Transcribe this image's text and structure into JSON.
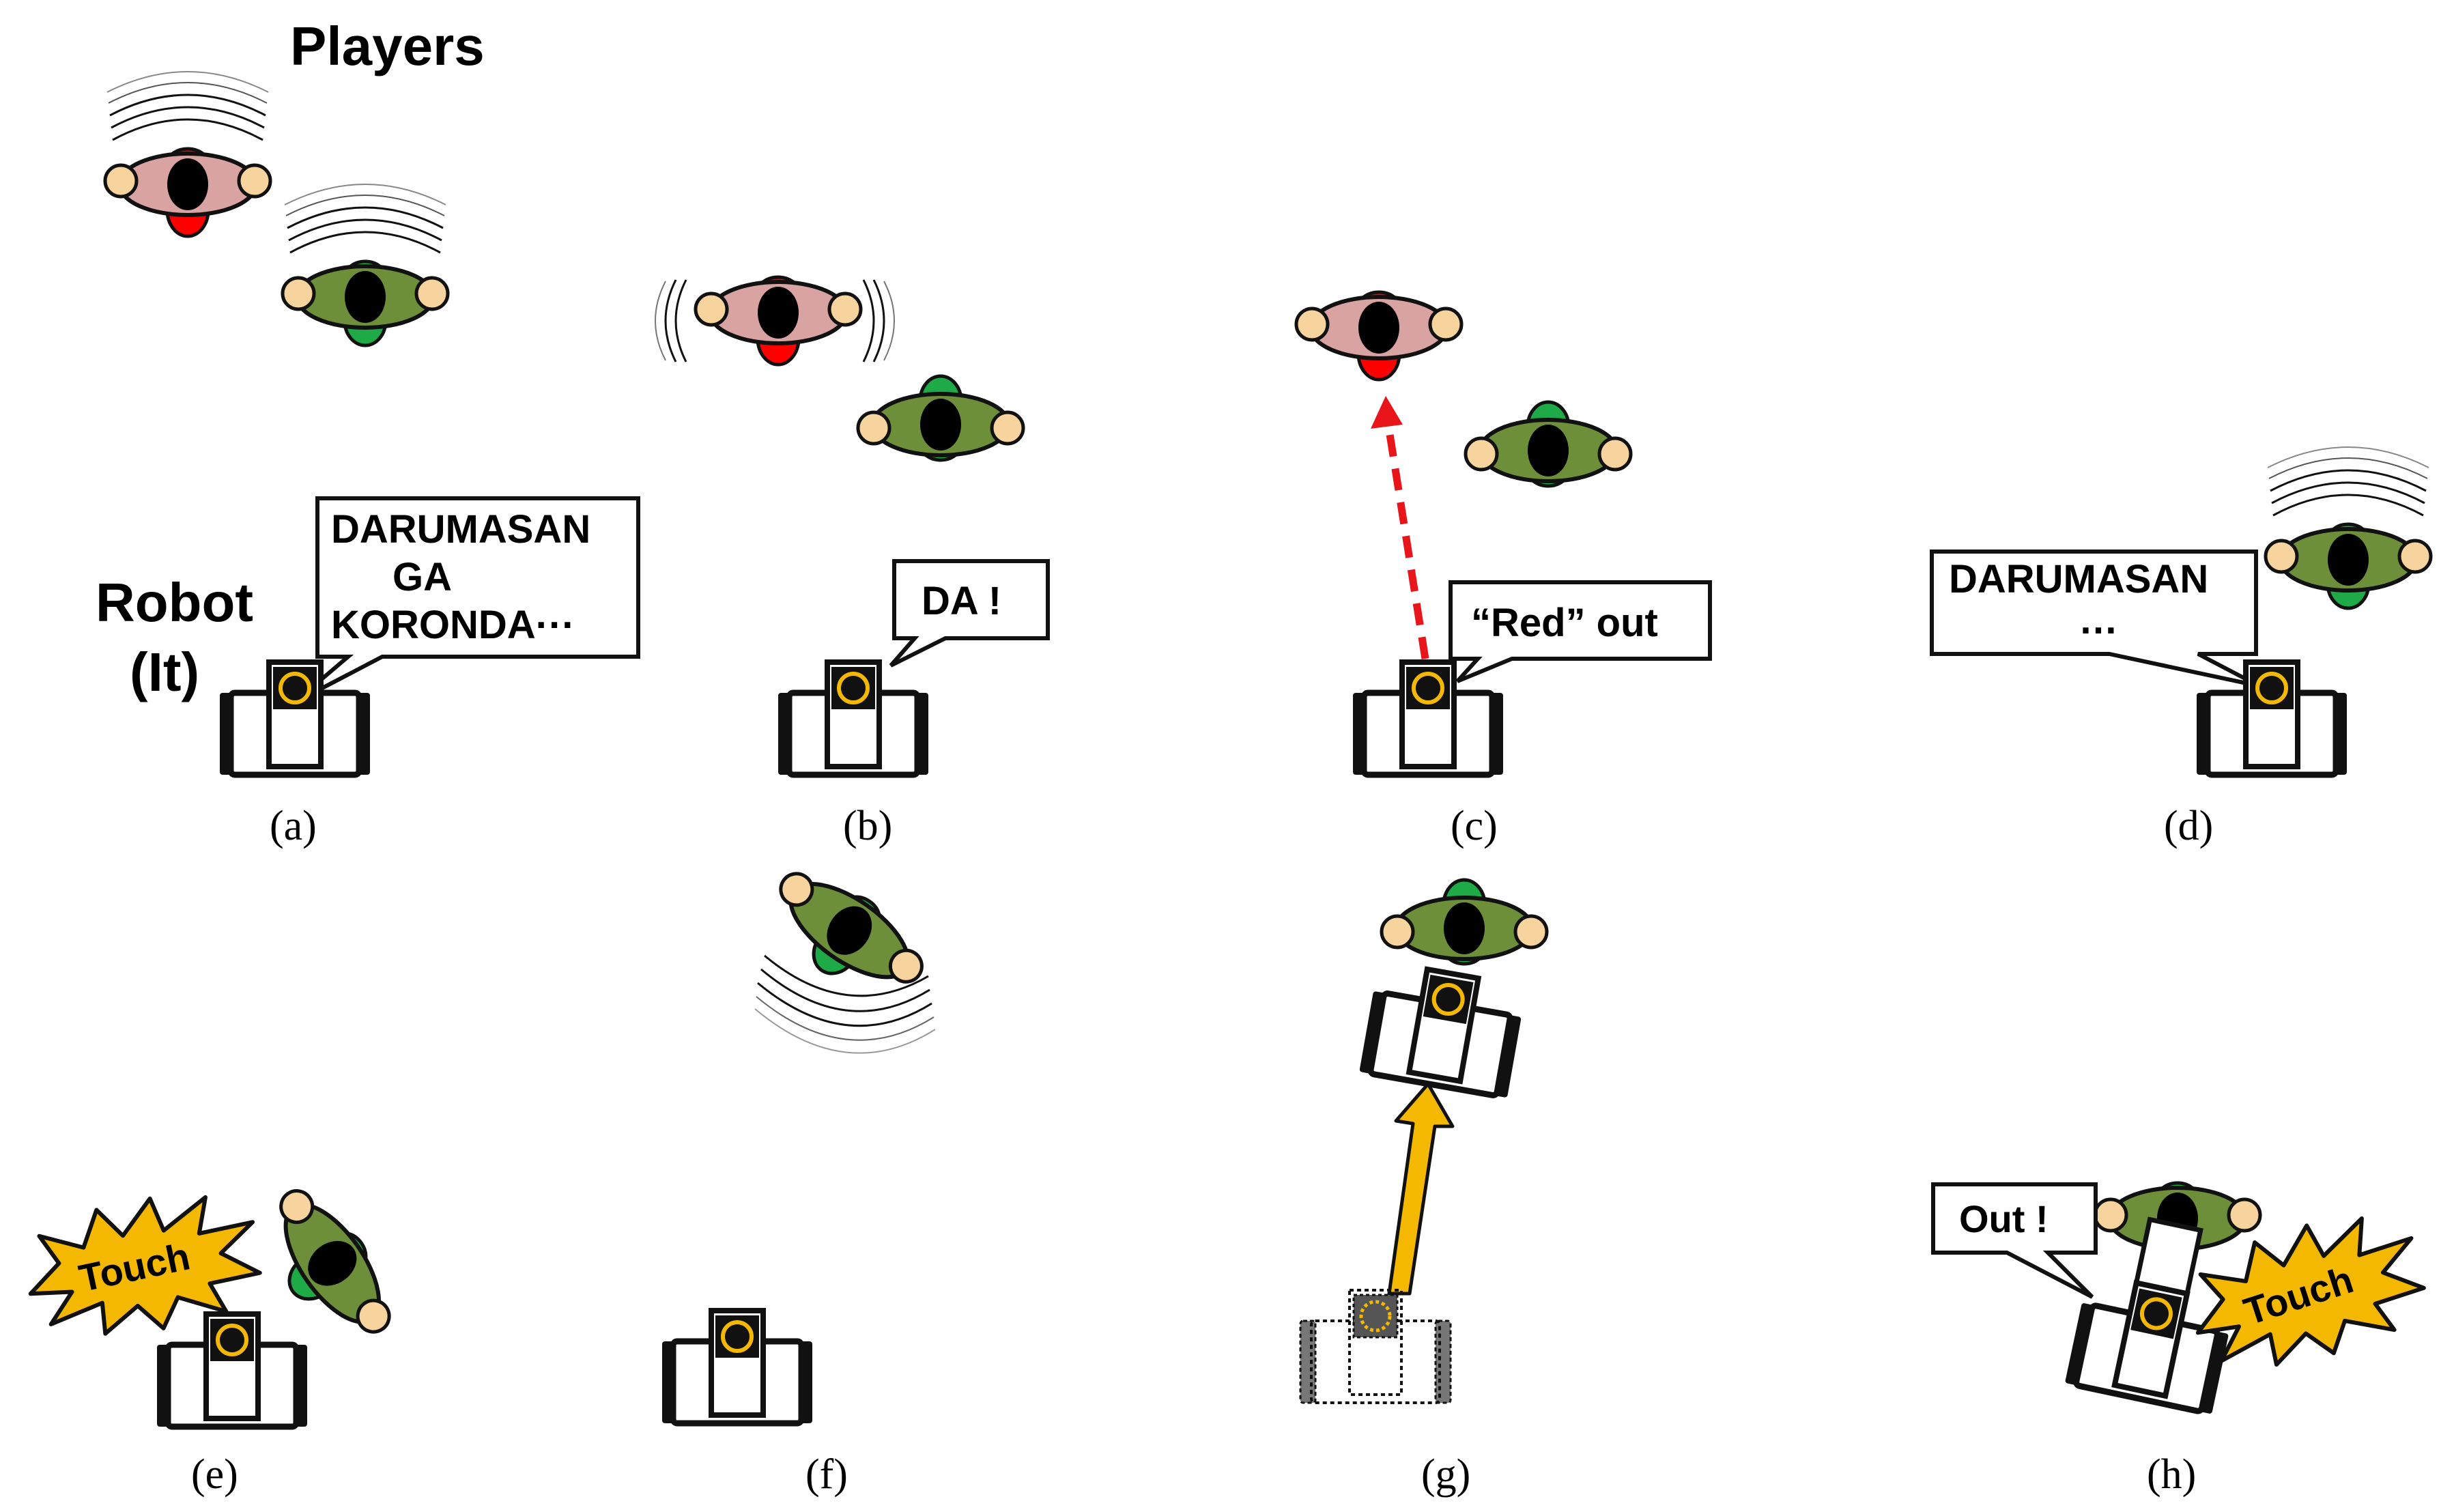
{
  "heading_players": "Players",
  "heading_robot_line1": "Robot",
  "heading_robot_line2": "(It)",
  "panels": {
    "a": {
      "label": "(a)",
      "bubble": [
        "DARUMASAN",
        "GA",
        "KORONDA···"
      ]
    },
    "b": {
      "label": "(b)",
      "bubble": [
        "DA !"
      ]
    },
    "c": {
      "label": "(c)",
      "bubble": [
        "“Red” out"
      ]
    },
    "d": {
      "label": "(d)",
      "bubble": [
        "DARUMASAN",
        "…"
      ]
    },
    "e": {
      "label": "(e)",
      "burst": "Touch"
    },
    "f": {
      "label": "(f)"
    },
    "g": {
      "label": "(g)"
    },
    "h": {
      "label": "(h)",
      "bubble": [
        "Out !"
      ],
      "burst": "Touch"
    }
  },
  "colors": {
    "red_player_body": "#d9a3a1",
    "red_player_head_back": "#ff0000",
    "green_player_body": "#6e8f3a",
    "green_player_back": "#1faa48",
    "skin": "#f7d39e",
    "burst_fill": "#f5b800",
    "arrow_yellow": "#f5b800",
    "arrow_red_dashed": "#e8151b",
    "camera_ring": "#f5b800"
  }
}
